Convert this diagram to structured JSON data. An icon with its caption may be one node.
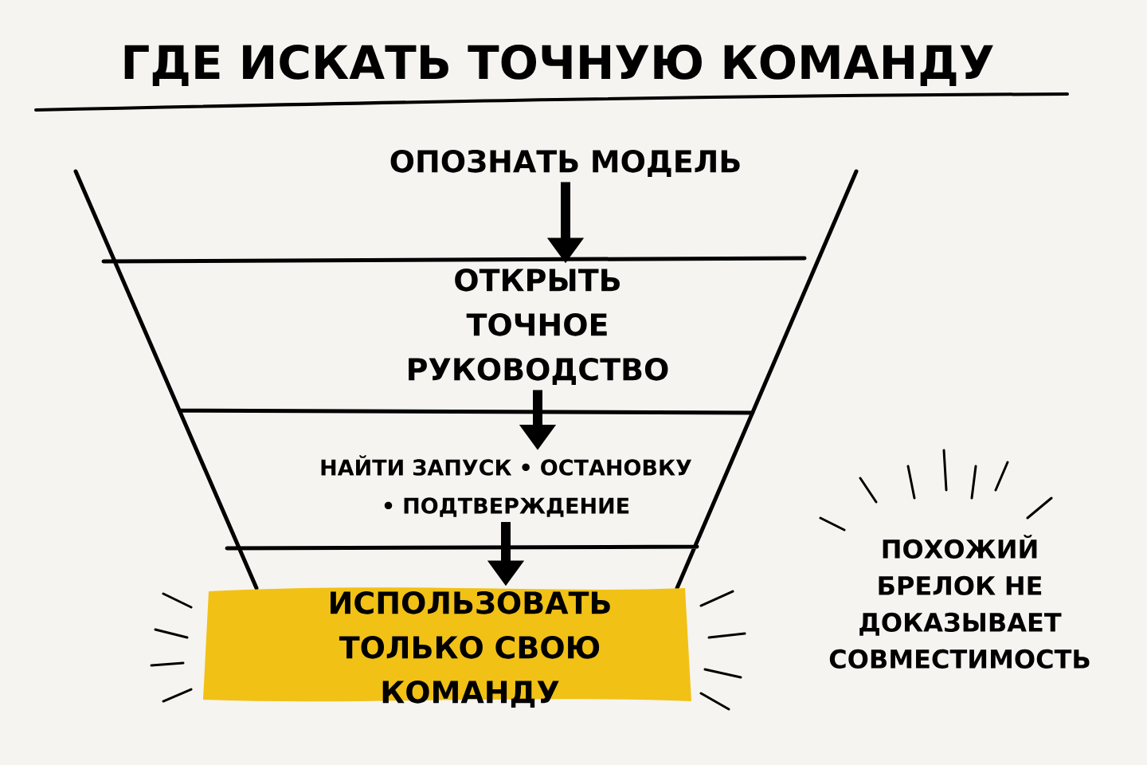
{
  "diagram": {
    "title": "ГДЕ ИСКАТЬ ТОЧНУЮ КОМАНДУ",
    "nodes": [
      {
        "text": [
          "ОПОЗНАТЬ МОДЕЛЬ"
        ]
      },
      {
        "text": [
          "ОТКРЫТЬ ТОЧНОЕ РУКОВОДСТВО"
        ]
      },
      {
        "text": [
          "НАЙТИ ЗАПУСК • ОСТАНОВКУ • ПОДТВЕРЖДЕНИЕ"
        ]
      },
      {
        "text": [
          "ИСПОЛЬЗОВАТЬ ТОЛЬКО СВОЮ КОМАНДУ"
        ]
      }
    ],
    "edges": [
      {
        "from": 0,
        "to": 1,
        "arrow": "to"
      },
      {
        "from": 1,
        "to": 2,
        "arrow": "to"
      },
      {
        "from": 2,
        "to": 3,
        "arrow": "to"
      }
    ],
    "labels": [
      "ПОХОЖИЙ БРЕЛОК НЕ ДОКАЗЫВАЕТ СОВМЕСТИМОСТЬ"
    ]
  }
}
